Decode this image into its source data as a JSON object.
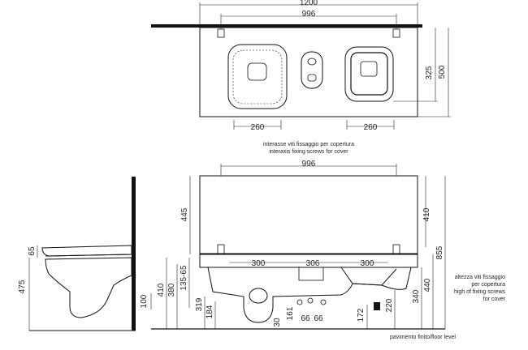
{
  "top_view": {
    "dims": {
      "overall_width": "1200",
      "inner_width": "996",
      "depth": "500",
      "bowl_depth": "325",
      "left_width": "260",
      "right_width": "260"
    },
    "note_it": "interasse viti fissaggio per copertura",
    "note_en": "interaxis fixing screws for cover"
  },
  "side_view": {
    "dims": {
      "height": "475",
      "seat_offset": "65"
    }
  },
  "front_view": {
    "dims": {
      "cover_width": "996",
      "cover_height_left": "445",
      "cover_height_right": "410",
      "total_height": "855",
      "spacing_left": "300",
      "spacing_mid": "306",
      "spacing_right": "300",
      "h410": "410",
      "h380": "380",
      "h135_65": "135-65",
      "h100": "100",
      "h319": "319",
      "h184": "184",
      "d30": "30",
      "d161": "161",
      "d66a": "66",
      "d66b": "66",
      "d172": "172",
      "d220": "220",
      "d340": "340",
      "d440": "440"
    },
    "note_screws": [
      "altezza viti fissaggio",
      "per copertura",
      "high of fixing screws",
      "for cover"
    ],
    "floor_label": "pavimento finito/floor level"
  }
}
